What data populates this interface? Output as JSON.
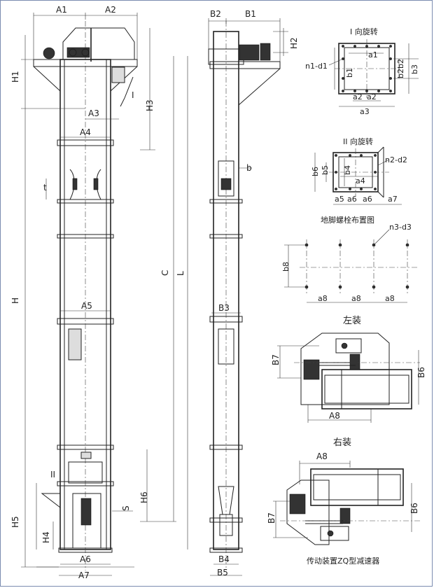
{
  "front_view": {
    "A1": "A1",
    "A2": "A2",
    "A3": "A3",
    "A4": "A4",
    "A5": "A5",
    "A6": "A6",
    "A7": "A7",
    "H": "H",
    "H1": "H1",
    "H3": "H3",
    "H4": "H4",
    "H5": "H5",
    "H6": "H6",
    "C": "C",
    "L": "L",
    "t": "t",
    "S": "S",
    "mark_I": "I",
    "mark_II": "II"
  },
  "side_view": {
    "B1": "B1",
    "B2": "B2",
    "B3": "B3",
    "B4": "B4",
    "B5": "B5",
    "H2": "H2",
    "b": "b"
  },
  "view_I": {
    "title": "I 向旋转",
    "a1": "a1",
    "a2_left": "a2",
    "a2_right": "a2",
    "a3": "a3",
    "b1": "b1",
    "b2_top": "b2",
    "b2_bot": "b2",
    "b3": "b3",
    "n1d1": "n1-d1"
  },
  "view_II": {
    "title": "II 向旋转",
    "b4": "b4",
    "b5": "b5",
    "b6": "b6",
    "a4": "a4",
    "a5": "a5",
    "a6_left": "a6",
    "a6_right": "a6",
    "a7": "a7",
    "n2d2": "n2-d2"
  },
  "anchor": {
    "title": "地脚螺栓布置图",
    "n3d3": "n3-d3",
    "b8": "b8",
    "a8_1": "a8",
    "a8_2": "a8",
    "a8_3": "a8"
  },
  "left_mount": {
    "title": "左装",
    "B6": "B6",
    "B7": "B7",
    "A8": "A8"
  },
  "right_mount": {
    "title": "右装",
    "B6": "B6",
    "B7": "B7",
    "A8": "A8"
  },
  "caption": "传动装置ZQ型减速器"
}
